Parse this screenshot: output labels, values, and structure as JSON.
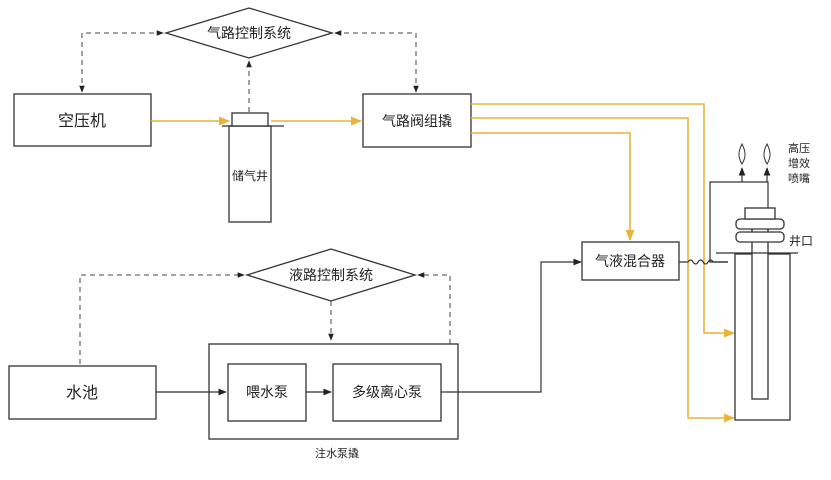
{
  "labels": {
    "gas_control": "气路控制系统",
    "compressor": "空压机",
    "gas_tank": "储气井",
    "valve_group": "气路阀组撬",
    "liquid_control": "液路控制系统",
    "mixer": "气液混合器",
    "pool": "水池",
    "feed_pump": "喂水泵",
    "multistage_pump": "多级离心泵",
    "pump_skid": "注水泵撬",
    "nozzle": [
      "高压",
      "增效",
      "喷嘴"
    ],
    "wellhead": "井口"
  },
  "colors": {
    "gas_line": "#e8b33c",
    "liquid_line": "#333333",
    "border": "#333333"
  }
}
